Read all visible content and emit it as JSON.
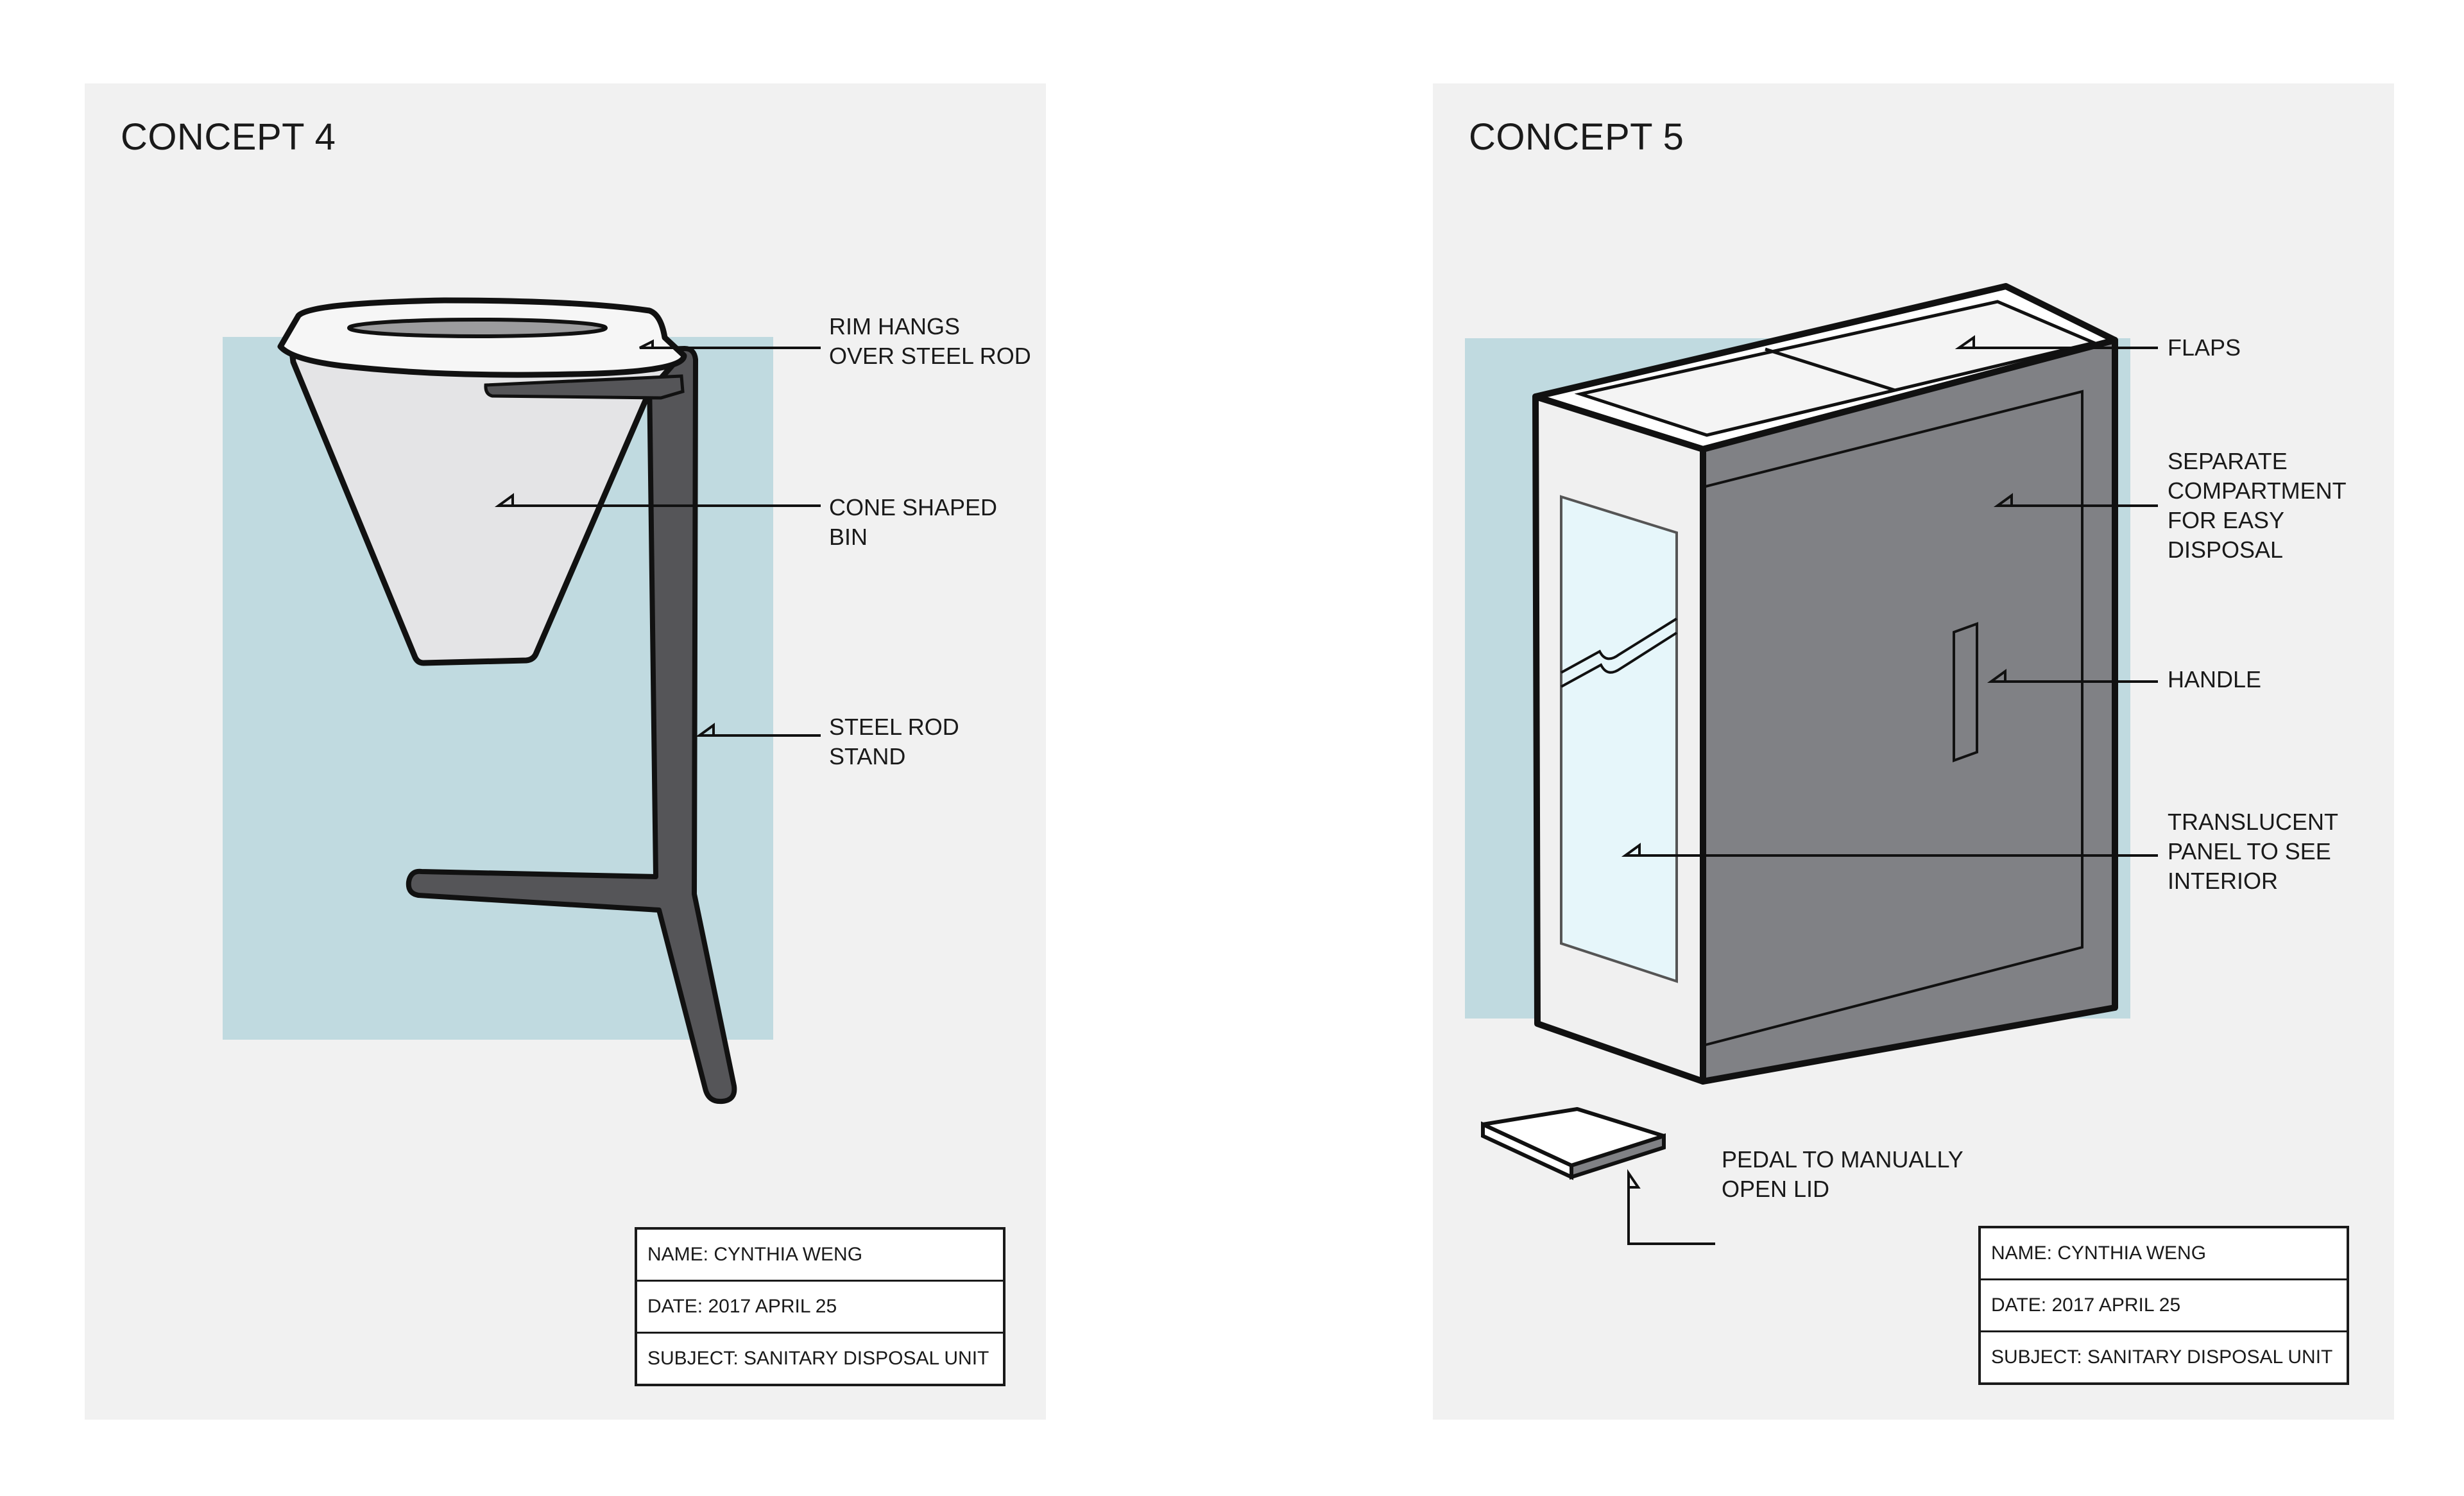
{
  "concept4": {
    "title": "CONCEPT 4",
    "callouts": {
      "rim": "RIM HANGS\nOVER STEEL ROD",
      "bin": "CONE SHAPED\nBIN",
      "rod": "STEEL ROD\nSTAND"
    },
    "title_block": {
      "name": "NAME: CYNTHIA WENG",
      "date": "DATE: 2017 APRIL 25",
      "subject": "SUBJECT: SANITARY DISPOSAL UNIT"
    }
  },
  "concept5": {
    "title": "CONCEPT 5",
    "callouts": {
      "flaps": "FLAPS",
      "compartment": "SEPARATE\nCOMPARTMENT\nFOR EASY\nDISPOSAL",
      "handle": "HANDLE",
      "panel": "TRANSLUCENT\nPANEL TO SEE\nINTERIOR",
      "pedal": "PEDAL TO MANUALLY\nOPEN LID"
    },
    "title_block": {
      "name": "NAME: CYNTHIA WENG",
      "date": "DATE: 2017 APRIL 25",
      "subject": "SUBJECT: SANITARY DISPOSAL UNIT"
    }
  },
  "colors": {
    "sheet": "#f1f1f1",
    "backdrop": "#c0dae0",
    "rod": "#555558",
    "bin": "#e4e4e6",
    "body_dark": "#808185",
    "panel": "#e6f6fa"
  }
}
